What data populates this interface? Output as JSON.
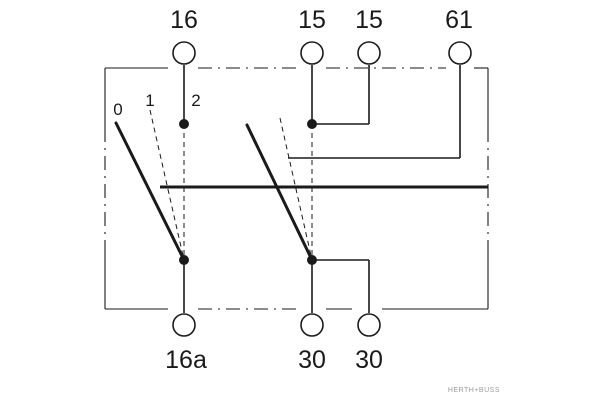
{
  "terminals_top": [
    "16",
    "15",
    "15",
    "61"
  ],
  "terminals_bottom": [
    "16a",
    "30",
    "30"
  ],
  "switch_positions": [
    "0",
    "1",
    "2"
  ],
  "watermark": "HERTH+BUSS",
  "colors": {
    "line": "#1a1a1a",
    "background": "#ffffff",
    "watermark": "#9a9a9a"
  }
}
